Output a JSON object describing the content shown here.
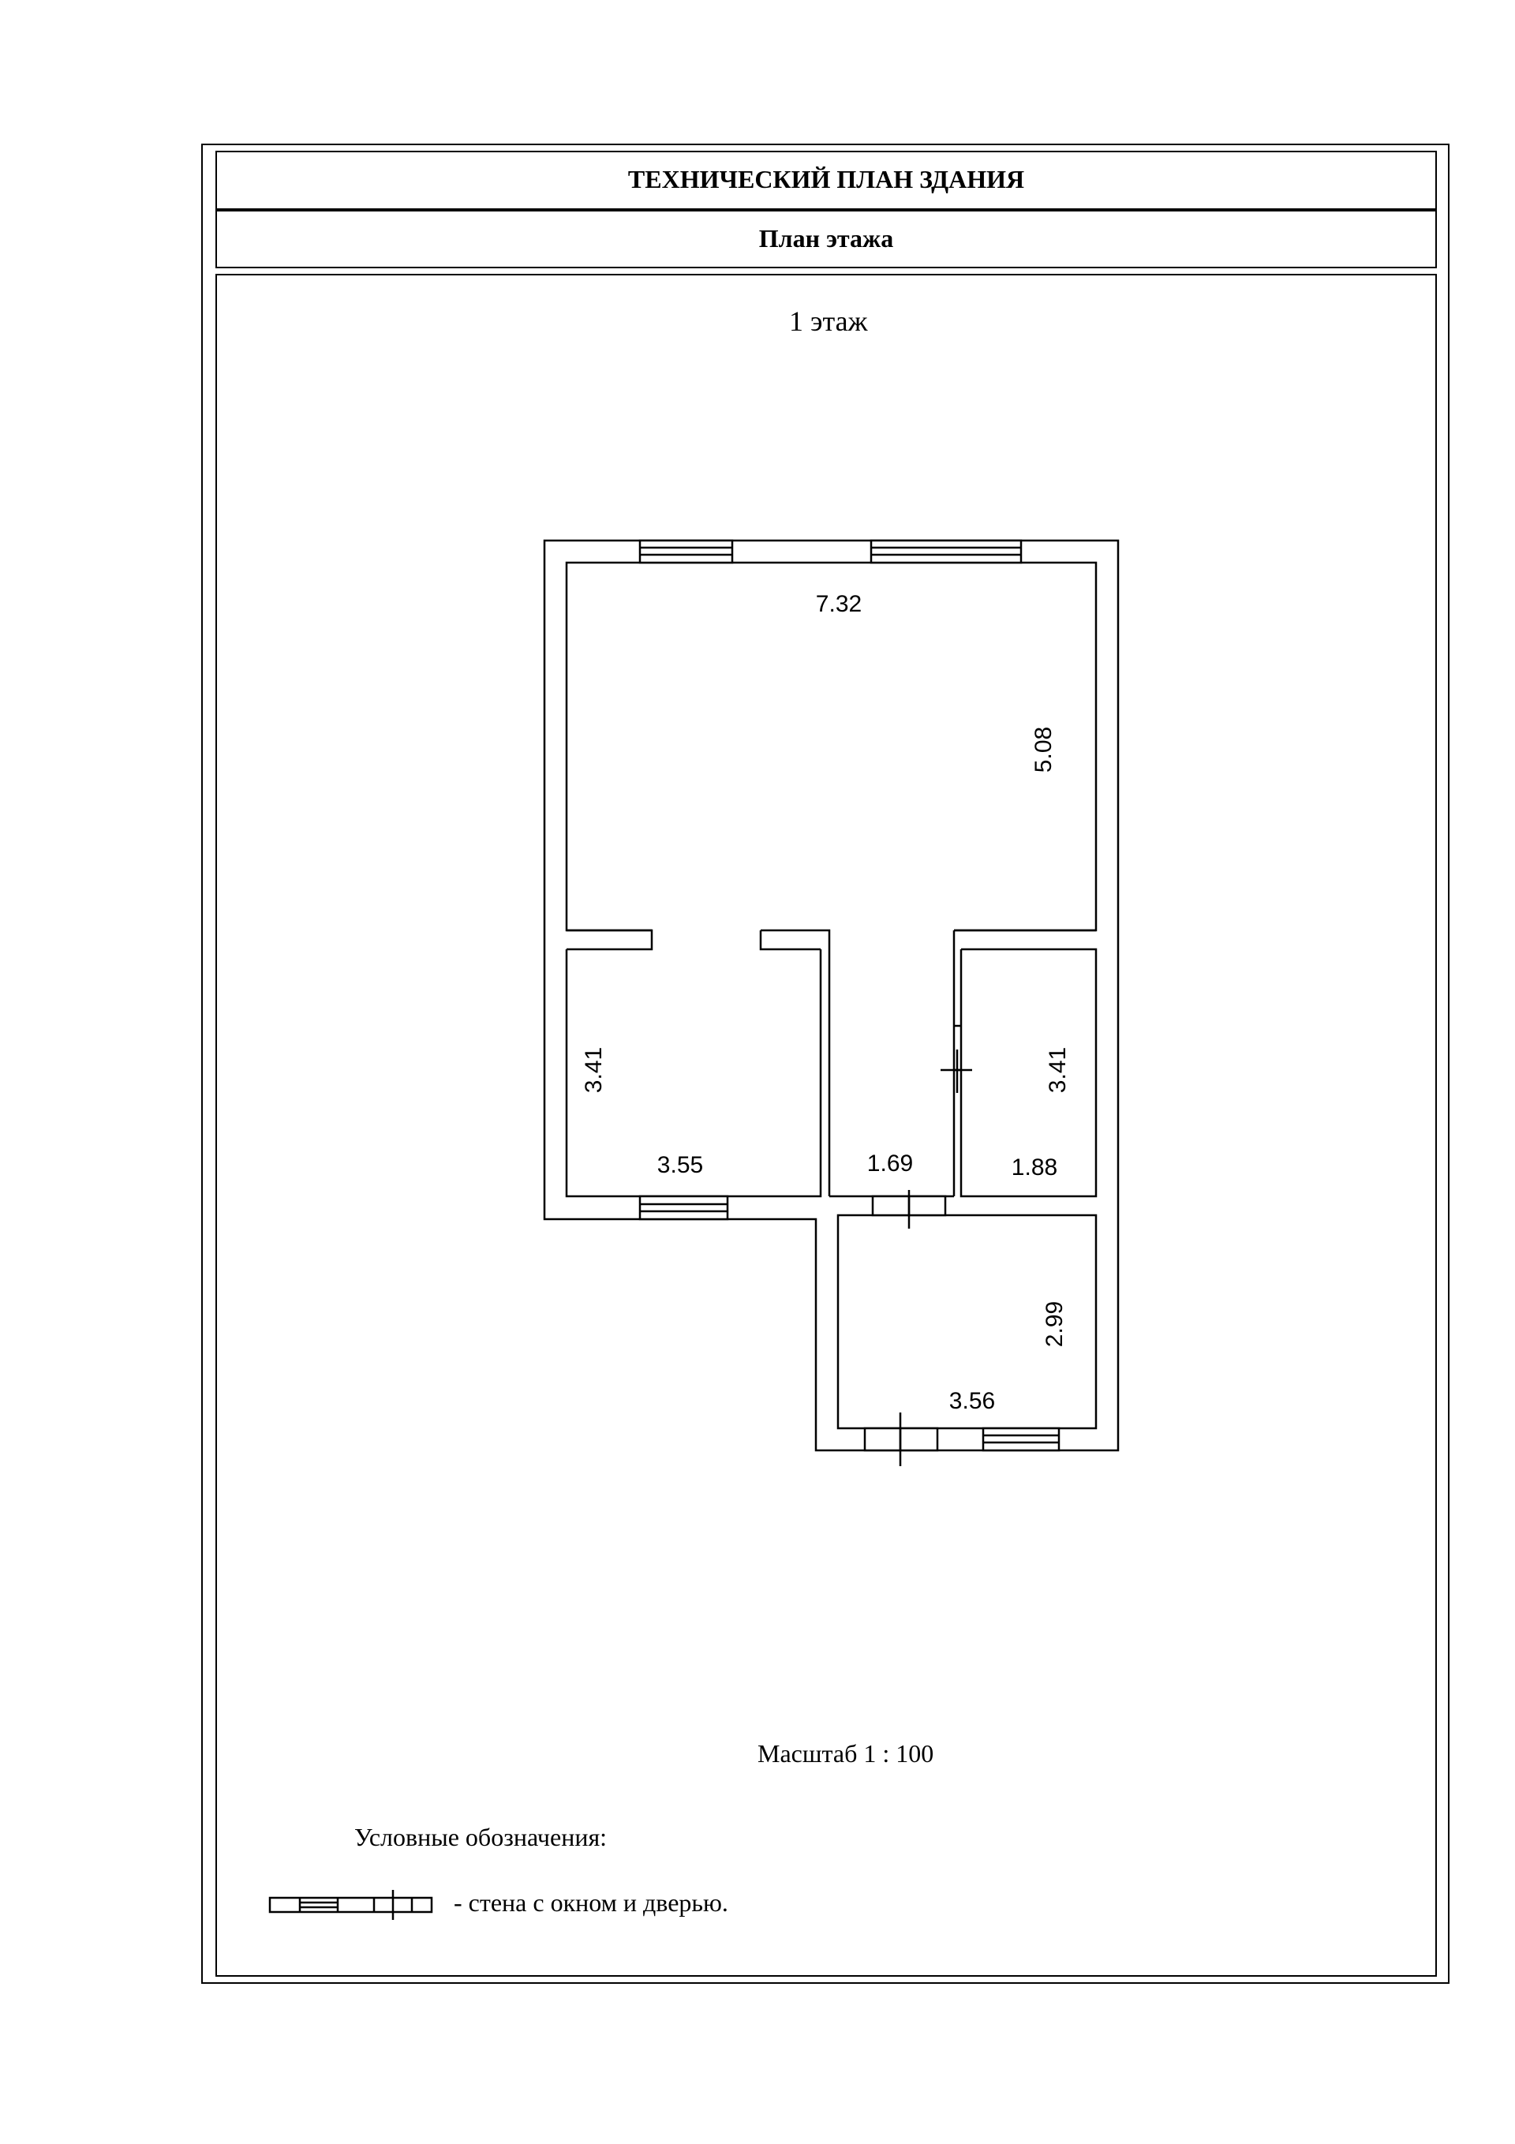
{
  "header": {
    "title": "ТЕХНИЧЕСКИЙ ПЛАН ЗДАНИЯ",
    "subtitle": "План  этажа"
  },
  "plan": {
    "floor_label": "1 этаж",
    "dimensions": {
      "main_hall_width": "7.32",
      "main_hall_depth": "5.08",
      "left_room_depth": "3.41",
      "left_room_width": "3.55",
      "corridor_width": "1.69",
      "right_room_depth": "3.41",
      "right_room_width": "1.88",
      "annex_depth": "2.99",
      "annex_width": "3.56"
    },
    "scale": "Масштаб 1 : 100"
  },
  "legend": {
    "title": "Условные обозначения:",
    "wall_symbol_text": "- стена с окном и дверью."
  }
}
